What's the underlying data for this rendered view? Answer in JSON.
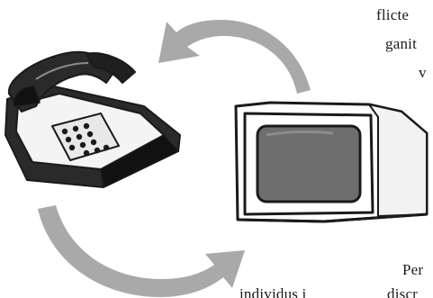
{
  "text_fragments": {
    "line_1": "flicte",
    "line_2": "ganit",
    "line_3": "v",
    "line_4": "Per",
    "line_5_left": "individus i",
    "line_5_right": "discr"
  },
  "icons": {
    "telephone": "telephone-icon",
    "monitor": "crt-monitor-icon",
    "arrow_top": "curved-arrow-icon",
    "arrow_bottom": "curved-arrow-icon"
  },
  "colors": {
    "arrow_fill": "#a9a9a9",
    "ink": "#1a1a1a",
    "screen": "#6e6e6e"
  }
}
